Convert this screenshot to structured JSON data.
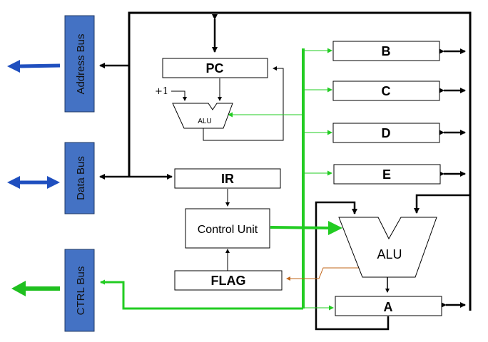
{
  "buses": {
    "address": "Address Bus",
    "data": "Data Bus",
    "ctrl": "CTRL Bus"
  },
  "registers": {
    "pc": "PC",
    "ir": "IR",
    "control_unit": "Control Unit",
    "flag": "FLAG",
    "b": "B",
    "c": "C",
    "d": "D",
    "e": "E",
    "a": "A"
  },
  "alu_small": {
    "label": "ALU",
    "increment": "+1"
  },
  "alu_main": {
    "label": "ALU"
  },
  "colors": {
    "bus_box": "#4472c4",
    "address_arrow": "#1f4fbf",
    "data_arrow": "#1f4fbf",
    "ctrl_arrow": "#1fc01f",
    "internal_green": "#22cc22",
    "flag_line": "#c0651a"
  }
}
